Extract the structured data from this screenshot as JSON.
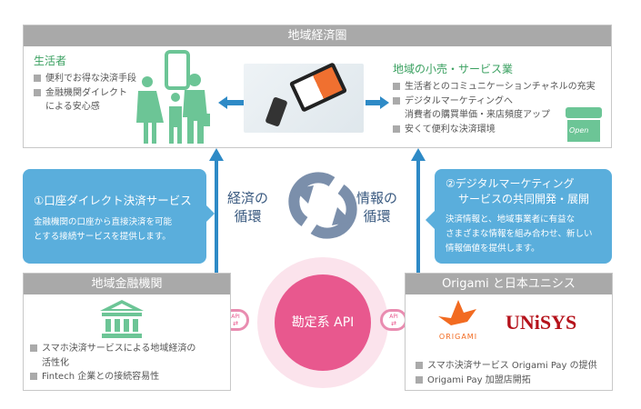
{
  "region": {
    "title": "地域経済圏"
  },
  "consumer": {
    "heading": "生活者",
    "bullets": [
      "便利でお得な決済手段",
      "金融機関ダイレクト",
      "による安心感"
    ]
  },
  "retail": {
    "heading": "地域の小売・サービス業",
    "bullets": [
      "生活者とのコミュニケーションチャネルの充実",
      "デジタルマーケティングへ",
      "消費者の購買単価・来店頻度アップ",
      "安くて便利な決済環境"
    ],
    "shop_sign": "Open"
  },
  "callout1": {
    "title": "①口座ダイレクト決済サービス",
    "desc": [
      "金融機関の口座から直接決済を可能",
      "とする接続サービスを提供します。"
    ]
  },
  "callout2": {
    "title": [
      "②デジタルマーケティング",
      "サービスの共同開発・展開"
    ],
    "desc": [
      "決済情報と、地域事業者に有益な",
      "さまざまな情報を組み合わせ、新しい",
      "情報価値を提供します。"
    ]
  },
  "cycle": {
    "left": [
      "経済の",
      "循環"
    ],
    "right": [
      "情報の",
      "循環"
    ]
  },
  "core": {
    "label": "勘定系 API",
    "api_badge": "API"
  },
  "bank": {
    "title": "地域金融機関",
    "bullets": [
      "スマホ決済サービスによる地域経済の",
      "活性化",
      "Fintech 企業との接続容易性"
    ]
  },
  "partners": {
    "title": "Origami と日本ユニシス",
    "origami_logo": "ORIGAMI",
    "unisys_logo": "UNiSYS",
    "bullets": [
      "スマホ決済サービス Origami Pay の提供",
      "Origami Pay 加盟店開拓"
    ]
  },
  "colors": {
    "blue": "#2e8ac6",
    "callout": "#5aaedc",
    "green": "#6cc596",
    "pink": "#e8588e",
    "origami": "#f26b21",
    "unisys": "#b5121b"
  }
}
